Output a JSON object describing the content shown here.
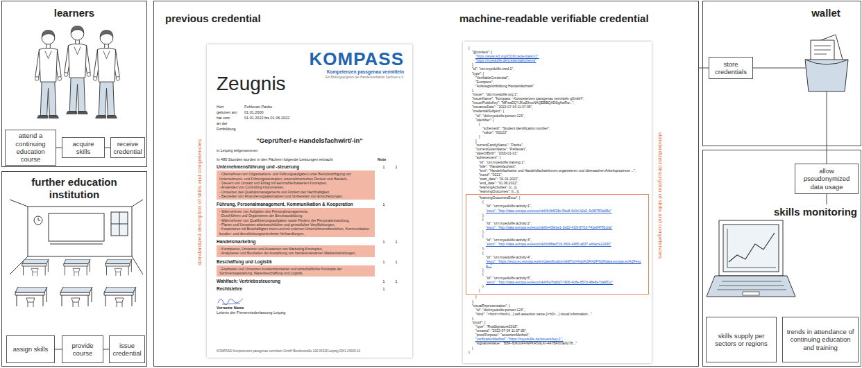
{
  "diagram": {
    "nodes": [
      {
        "text": [
          "learners"
        ]
      },
      {
        "text": [
          "attend a continuing education course"
        ],
        "in": 0
      },
      {
        "text": [
          "acquire skills"
        ],
        "in": 0
      },
      {
        "text": [
          "receive credential"
        ],
        "in": 0
      },
      {
        "text": [
          "further education institution"
        ]
      },
      {
        "text": [
          "assign skills"
        ],
        "in": 4
      },
      {
        "text": [
          "provide course"
        ],
        "in": 4
      },
      {
        "text": [
          "issue credential"
        ],
        "in": 4
      },
      {
        "text": [
          "previous credential",
          "machine-readable verifiable credential"
        ]
      },
      {
        "text": [
          "wallet"
        ]
      },
      {
        "text": [
          "store credentials"
        ],
        "in": 9
      },
      {
        "text": [
          "skills monitoring"
        ]
      },
      {
        "text": [
          "allow pseudonymized data usage"
        ],
        "in": 11
      },
      {
        "text": [
          "skills supply per sectors or regions"
        ],
        "in": 11
      },
      {
        "text": [
          "trends in attendance of continuing education and training"
        ],
        "in": 11
      }
    ],
    "edges": [
      {
        "from": 1,
        "to": 2,
        "arrow": "none"
      },
      {
        "from": 2,
        "to": 3,
        "arrow": "none"
      },
      {
        "from": 5,
        "to": 6,
        "arrow": "none"
      },
      {
        "from": 6,
        "to": 7,
        "arrow": "none"
      },
      {
        "from": 8,
        "to": 10,
        "arrow": "none"
      },
      {
        "from": 9,
        "to": 12,
        "arrow": "none"
      }
    ],
    "labels": [
      "KOMPASS",
      "Kompetenzen passgenau vermitteln",
      "Ein Bildungsangebot der Handelsverbände Sachsen e.V.",
      "Zeugnis",
      "Herr",
      "Pehlevan Panbe",
      "geboren am",
      "01.01.2000",
      "hat vom",
      "01.01.2022 bis 01.06.2022",
      "an der Fortbildung",
      "\"Geprüfter/-e Handelsfachwirt/-in\"",
      "in Leipzig teilgenommen",
      "In 480 Stunden wurden in den Fächern folgende Leistungen erbracht",
      "Note",
      "Unternehmensführung und -steuerung",
      "1",
      "1",
      "- Übernehmen von Organisations- und Führungsaufgaben unter Berücksichtigung von Unternehmens- und Führungskonzepten, unternehmerisches Denken und Handeln,",
      "- Steuern von Umsatz und Ertrag mit kennzahlenbasierten Konzepten,",
      "- Anwenden von Controlling-Instrumenten,",
      "- Umsetzen des Qualitätsmanagements und Fördern der Nachhaltigkeit,",
      "- Beurteilen von Finanzierungsalternativen und Vorbereiten von Entscheidungen,",
      "Führung, Personalmanagement, Kommunikation & Kooperation",
      "1",
      "- Wahrnehmen von Aufgaben des Personalmanagements,",
      "- Durchführen und Organisieren der Berufsausbildung,",
      "- Wahrnehmen von Qualifizierungsaufgaben sowie Fördern der Personalentwicklung,",
      "- Planen und Umsetzen arbeitsrechtlicher und gesetzlicher Verpflichtungen,",
      "- Kooperieren mit Beschäftigten intern und mit externen Unternehmensbereichen, Kommunikation kunden- und dienstleistungsorientierter Verhandlungen,",
      "Handelsmarketing",
      "1",
      "1",
      "- Konzipieren, Umsetzen und Auswerten von Marketing-Konzepten,",
      "- Analysieren und Beurteilen der Auswirkung von handelsrelevanten Marktentwicklungen,",
      "Beschaffung und Logistik",
      "1",
      "1",
      "- Erarbeiten und Umsetzen kundenorientierter und wirtschaftlicher Konzepte der Sortimentsgestaltung, Warenbeschaffung und Logistik,",
      "Wahlfach: Vertriebssteuerung",
      "1",
      "1",
      "Rechtslehre",
      "1",
      "Vorname Name",
      "Leiterin der Firmenniederlassung Leipzig",
      "KOMPASS Kompetenzen passgenau vermitteln GmbH Beutlerstraße 100 04315 Leipzig 0341 24029-10",
      "standardized description of skills and competencies",
      "{",
      "\"@context\": [",
      "\"https://www.w3.org/2018/credentials/v1\",",
      "\"https://myedulife.de/credentialschema\"",
      "],",
      "\"id\": \"urn:myedulife:cred:1\",",
      "\"type\": [",
      "\"VerifiableCredential\",",
      "\"Europass\",",
      "\"Aufstiegsfortbildung Handelsfachwirt\"",
      "],",
      "\"issuer\": \"did:myedulife:org:1\",",
      "\"issuerName\": \"Kompass - Kompetenzen passgenau vermitteln gGmbH\",",
      "\"issuerPublicKey\": \"MFswDQYJKoZIhvcNAQEBBQADSgAwRw...\",",
      "\"issuanceDate\": \"2022-07-04 11:37:35\",",
      "\"credentialSubject\": {",
      "\"id\": \"did:myedulife:person:123\",",
      "\"identifier\": [",
      "{",
      "\"schemeId\": \"Student identification number\",",
      "\"value\": \"00123\"",
      "}",
      "],",
      "\"currentFamilyName\": \"Panbe\",",
      "\"currentGivenName\": \"Pehlevan\",",
      "\"dateOfBirth\": \"2000-01-01\",",
      "\"achievement\": {",
      "\"id\": \"urn:myedulife:training:1\",",
      "\"title\": \"Handelsfachwirt\",",
      "\"text\": \"Handelsfachwirte und Handelsfachwirtinnen organisieren und überwachen Arbeitsprozesse ...\",",
      "\"isced\": \"0221\",",
      "\"start_date\": \"01.01.2022\",",
      "\"end_date\": \"01.06.2022\",",
      "\"learningActivities\": [{...}],",
      "\"learningOutcomes\": [{...}],",
      "\"learningOutcomesEsco\": [",
      "{",
      "\"id\": \"urn:myedulife:activity:1\",",
      "\"esco\": \"http://data.europa.eu/esco/skill/b4b6f28c-5bc8-4c0d-b2d1-4c9875f3a35e\"",
      "},",
      "{",
      "\"id\": \"urn:myedulife:activity:2\",",
      "\"esco\": \"http://data.europa.eu/esco/skill/e43febe1-3e22-410f-8703-741e64795cba\"",
      "},",
      "{",
      "\"id\": \"urn:myedulife:activity:3\",",
      "\"esco\": \"http://data.europa.eu/esco/skill/d88ad716-36fd-4465-a637-ebfacfe22430\"",
      "},",
      "{",
      "\"id\": \"urn:myedulife:activity:4\",",
      "\"esco\": \"https://esco.ec.europa.eu/en/classification/skill?uri=http%3A%2F%2Fdata.europa.eu%2Fesco...\"",
      "},",
      "{",
      "\"id\": \"urn:myedulife:activity:5\",",
      "\"esco\": \"http://data.europa.eu/esco/skill/6a7ba5d7-f906-4c8e-857d-48e8e7da951c\"",
      "}",
      "]",
      "}",
      "},",
      "\"visualRepresentation\": {",
      "\"id\": \"did:myedulife:person:123\",",
      "\"html\": \"<html><html>[...] self-assertion name [/<h3>...] visual information...\"",
      "},",
      "\"proof\": {",
      "\"type\": \"RsaSignature2018\",",
      "\"created\": \"2022-07-04 11:37:35\",",
      "\"proofPurpose\": \"assertionMethod\",",
      "\"verificationMethod\": \"https://myedulife.de/issuers/key-1\",",
      "\"signatureValue\": \"BBF-60K00FFWPKRS9LKI-4ATBFDDE9278...\"",
      "}",
      "}",
      "standardized description of skills and competencies"
    ]
  }
}
